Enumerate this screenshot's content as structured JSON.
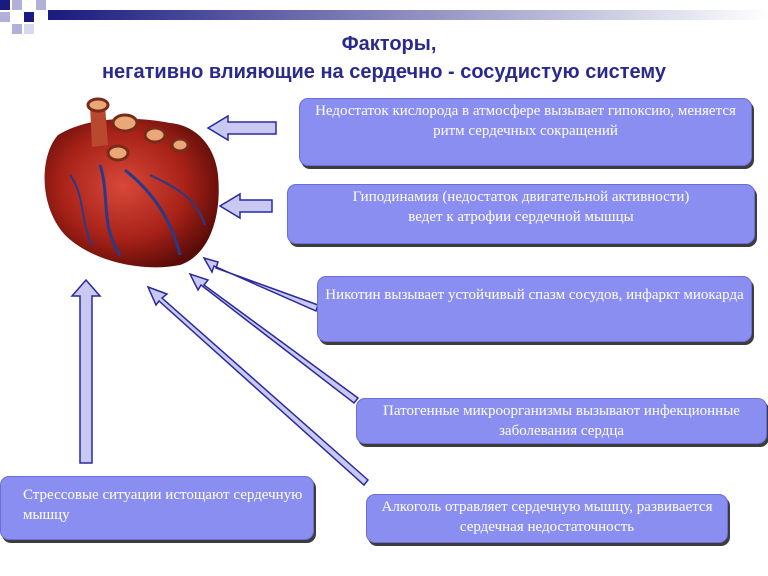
{
  "slide": {
    "title_line1": "Факторы,",
    "title_line2": "негативно влияющие на сердечно - сосудистую систему"
  },
  "colors": {
    "box_fill": "#8a8ef0",
    "arrow_fill": "#c8c8f0",
    "title": "#2a2a8c"
  },
  "heart_image": "heart-illustration",
  "factors": [
    {
      "id": "oxygen",
      "text": "Недостаток кислорода в атмосфере вызывает гипоксию, меняется  ритм сердечных сокращений"
    },
    {
      "id": "hypodynamia",
      "text": "Гиподинамия (недостаток двигательной активности)\nведет к атрофии сердечной мышцы"
    },
    {
      "id": "nicotine",
      "text": "Никотин вызывает устойчивый спазм сосудов, инфаркт миокарда"
    },
    {
      "id": "microorganisms",
      "text": "Патогенные микроорганизмы вызывают инфекционные заболевания сердца"
    },
    {
      "id": "stress",
      "text": "Стрессовые ситуации истощают сердечную мышцу"
    },
    {
      "id": "alcohol",
      "text": "Алкоголь отравляет сердечную мышцу, развивается сердечная недостаточность"
    }
  ]
}
